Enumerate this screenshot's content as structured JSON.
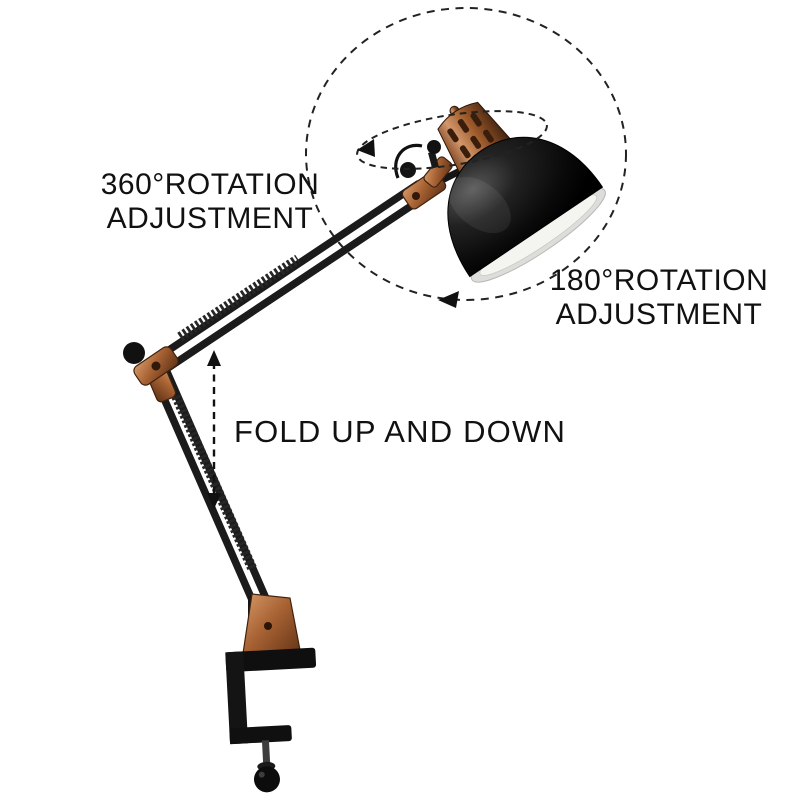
{
  "labels": {
    "rotation360_line1": "360°ROTATION",
    "rotation360_line2": "ADJUSTMENT",
    "rotation180_line1": "180°ROTATION",
    "rotation180_line2": "ADJUSTMENT",
    "fold": "FOLD UP AND DOWN"
  },
  "colors": {
    "background": "#ffffff",
    "text": "#111111",
    "lamp_black": "#161616",
    "copper": "#a5622f",
    "shade_inner": "#f4f4f1",
    "annotation_stroke": "#222222"
  },
  "icons": {
    "fold_arrow": "double-headed-dashed-arrow",
    "rotation_180_indicator": "dashed-circle-with-arrow",
    "rotation_360_indicator": "dashed-ellipse-with-arrow"
  }
}
